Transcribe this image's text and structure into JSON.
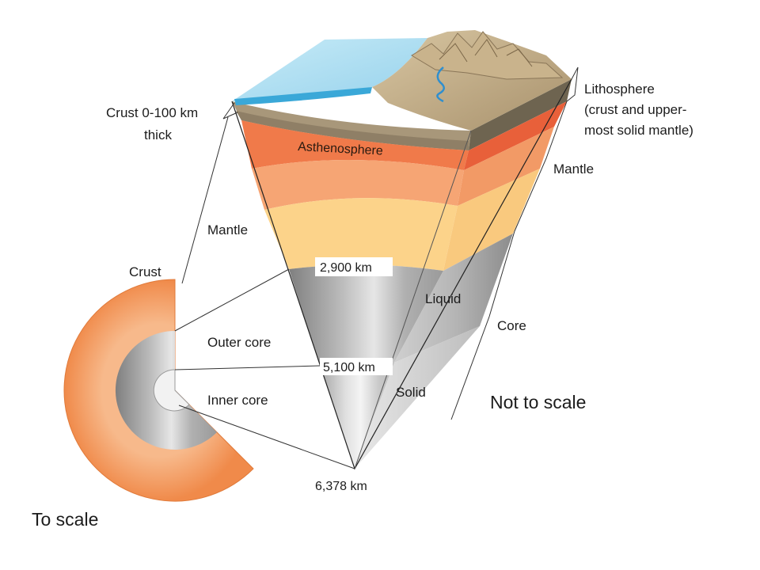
{
  "labels": {
    "crust_thick_line1": "Crust 0-100 km",
    "crust_thick_line2": "thick",
    "crust_small": "Crust",
    "mantle_left": "Mantle",
    "outer_core": "Outer core",
    "inner_core": "Inner core",
    "to_scale": "To scale",
    "asthenosphere": "Asthenosphere",
    "depth_2900": "2,900 km",
    "depth_5100": "5,100 km",
    "depth_6378": "6,378 km",
    "liquid": "Liquid",
    "solid": "Solid",
    "lithosphere_line1": "Lithosphere",
    "lithosphere_line2": "(crust and upper-",
    "lithosphere_line3": "most solid mantle)",
    "mantle_right": "Mantle",
    "core_right": "Core",
    "not_to_scale": "Not to scale"
  },
  "colors": {
    "ocean": "#a8dcef",
    "ocean_edge": "#3aa8d8",
    "crust_brown": "#9c8b6c",
    "asthenosphere": "#f07a4a",
    "mantle_mid": "#f6a878",
    "mantle_low": "#fcd48a",
    "outer_core": "#a6a6a6",
    "inner_core": "#d8d8d8"
  }
}
